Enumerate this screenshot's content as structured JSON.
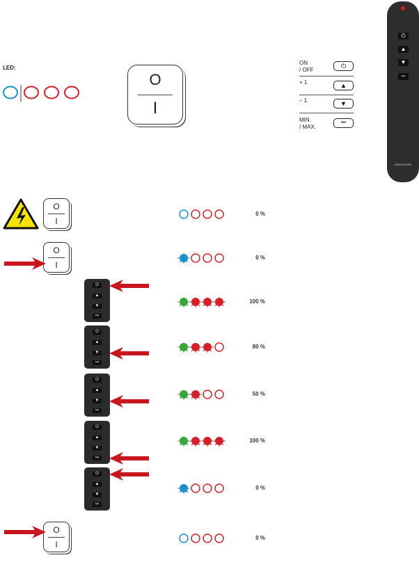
{
  "led_label": "LED:",
  "switch": {
    "off": "O",
    "on": "I"
  },
  "legend": [
    {
      "label": "ON\n/ OFF",
      "icon": "power-icon"
    },
    {
      "label": "+ 1",
      "icon": "triangle-up-icon"
    },
    {
      "label": "– 1",
      "icon": "triangle-down-icon"
    },
    {
      "label": "MIN.\n/ MAX.",
      "icon": "min-max-icon"
    }
  ],
  "remote_logo": "HEATSCOPE",
  "colors": {
    "blue": "#1a8fc9",
    "red": "#d4202a",
    "green": "#3aa53a",
    "arrow": "#c9161e"
  },
  "steps": [
    {
      "control": "switch",
      "warning": true,
      "arrow": null,
      "leds": [
        "off-blue",
        "off-red",
        "off-red",
        "off-red"
      ],
      "percent": "0 %"
    },
    {
      "control": "switch",
      "arrow": "switch-on",
      "leds": [
        "lit-blue",
        "off-red",
        "off-red",
        "off-red"
      ],
      "percent": "0 %"
    },
    {
      "control": "remote",
      "arrow": "power",
      "leds": [
        "lit-green",
        "lit-red",
        "lit-red",
        "lit-red"
      ],
      "percent": "100 %"
    },
    {
      "control": "remote",
      "arrow": "down",
      "leds": [
        "lit-green",
        "lit-red",
        "lit-red",
        "off-red"
      ],
      "percent": "80 %"
    },
    {
      "control": "remote",
      "arrow": "down",
      "leds": [
        "lit-green",
        "lit-red",
        "off-red",
        "off-red"
      ],
      "percent": "50 %"
    },
    {
      "control": "remote",
      "arrow": "minmax",
      "leds": [
        "lit-green",
        "lit-red",
        "lit-red",
        "lit-red"
      ],
      "percent": "100 %"
    },
    {
      "control": "remote",
      "arrow": "power",
      "leds": [
        "lit-blue",
        "off-red",
        "off-red",
        "off-red"
      ],
      "percent": "0 %"
    },
    {
      "control": "switch",
      "arrow": "switch-off",
      "leds": [
        "off-blue",
        "off-red",
        "off-red",
        "off-red"
      ],
      "percent": "0 %"
    }
  ]
}
